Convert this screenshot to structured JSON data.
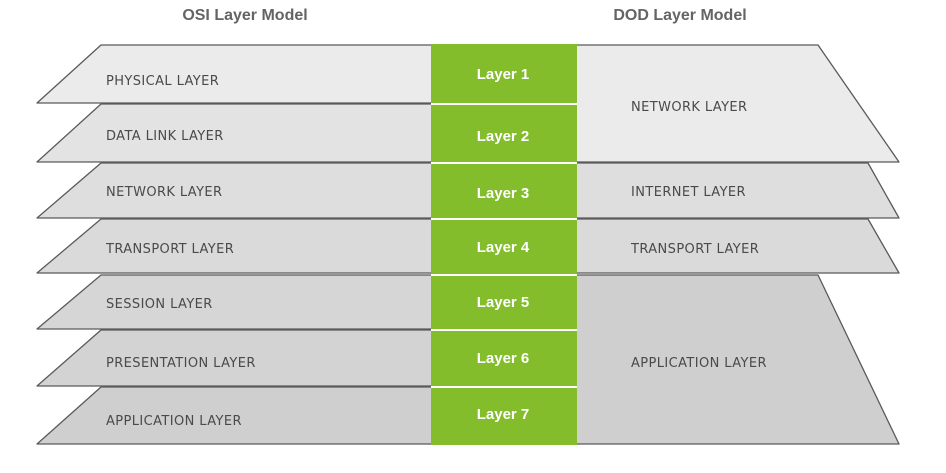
{
  "osi_model": {
    "title": "OSI Layer Model",
    "layers": [
      "PHYSICAL LAYER",
      "DATA LINK LAYER",
      "NETWORK LAYER",
      "TRANSPORT LAYER",
      "SESSION LAYER",
      "PRESENTATION LAYER",
      "APPLICATION LAYER"
    ]
  },
  "layer_numbers": [
    "Layer 1",
    "Layer 2",
    "Layer 3",
    "Layer 4",
    "Layer 5",
    "Layer 6",
    "Layer 7"
  ],
  "dod_model": {
    "title": "DOD Layer Model",
    "layers": [
      "NETWORK LAYER",
      "INTERNET LAYER",
      "TRANSPORT LAYER",
      "APPLICATION LAYER"
    ]
  },
  "colors": {
    "accent_green": "#83bd2c",
    "slab_light": "#ebebeb",
    "slab_mid": "#dedede",
    "slab_dark": "#cfcfcf",
    "outline": "#5a5a5a"
  }
}
